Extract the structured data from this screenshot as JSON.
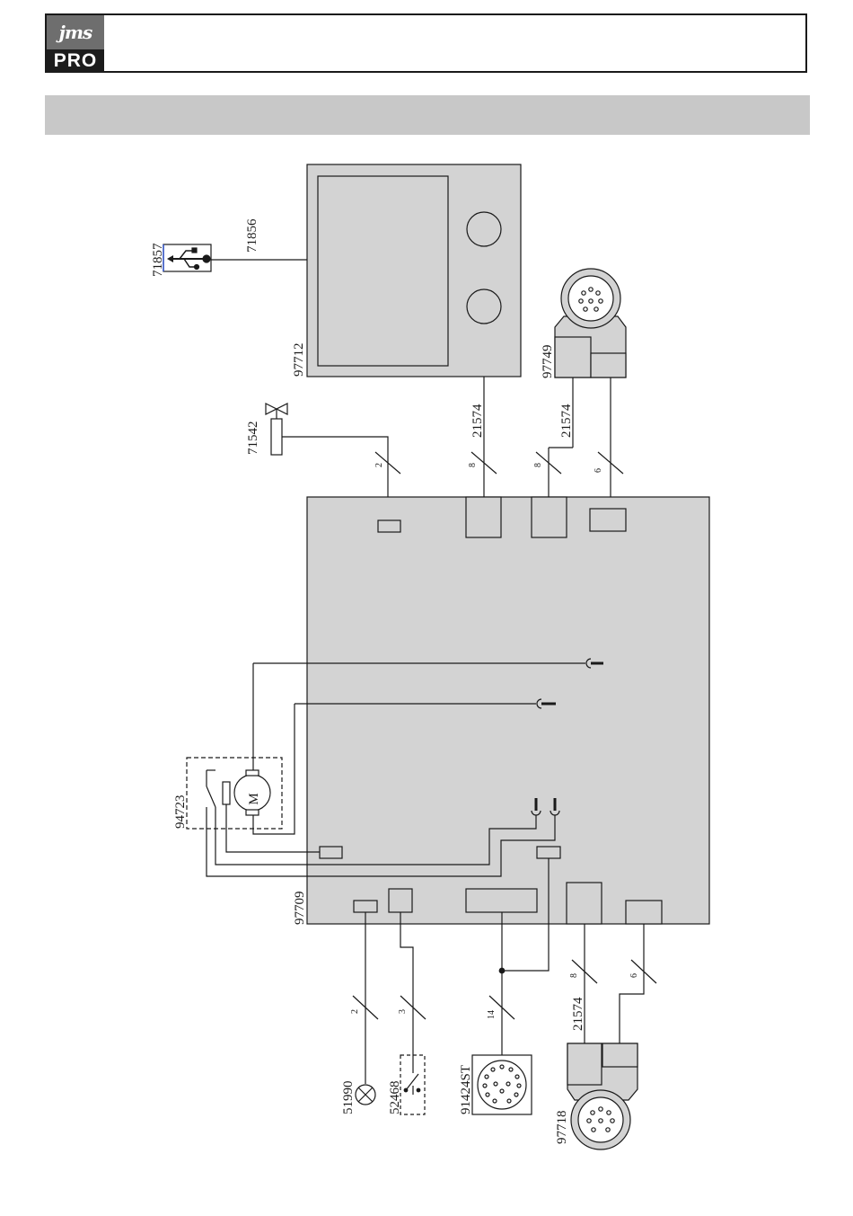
{
  "logo": {
    "brand": "jms",
    "product": "PRO"
  },
  "components": {
    "main_board": "97709",
    "display": "97712",
    "usb": "71857",
    "usb_cable": "71856",
    "gas_valve": "71542",
    "socket_top": "97749",
    "cable_display": "21574",
    "cable_socket_top": "21574",
    "cable_socket_bottom": "21574",
    "motor_unit": "94723",
    "lamp": "51990",
    "switch": "52468",
    "connector_14": "91424ST",
    "socket_bottom": "97718"
  },
  "motor_symbol": "M",
  "wire_counts": {
    "valve": "2",
    "display": "8",
    "socket_top_a": "8",
    "socket_top_b": "6",
    "lamp": "2",
    "switch": "3",
    "connector_14": "14",
    "socket_bottom_a": "8",
    "socket_bottom_b": "6"
  },
  "colors": {
    "fill": "#d3d3d3",
    "line": "#1a1a1a",
    "band": "#c8c8c8"
  }
}
